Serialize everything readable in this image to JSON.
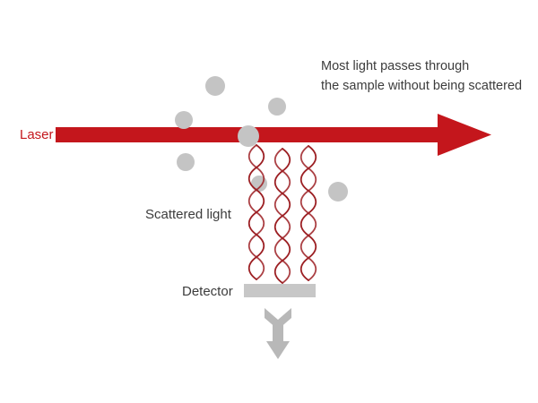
{
  "labels": {
    "laser": "Laser",
    "scattered_light": "Scattered light",
    "detector": "Detector"
  },
  "note": {
    "line1": "Most light passes through",
    "line2": "the sample without being scattered"
  },
  "colors": {
    "laser_red": "#c4161c",
    "wave_red": "#9c1f23",
    "particle_gray": "#c4c4c4",
    "detector_gray": "#c7c7c7",
    "arrow_gray": "#b8b8b8",
    "text_dark": "#3c3c3c"
  },
  "icons": {
    "laser_beam": "laser-arrow-right-icon",
    "particle": "particle-circle-icon",
    "wave": "scattered-wave-icon",
    "detector_block": "detector-bar-icon",
    "output_arrow": "down-arrow-icon"
  }
}
